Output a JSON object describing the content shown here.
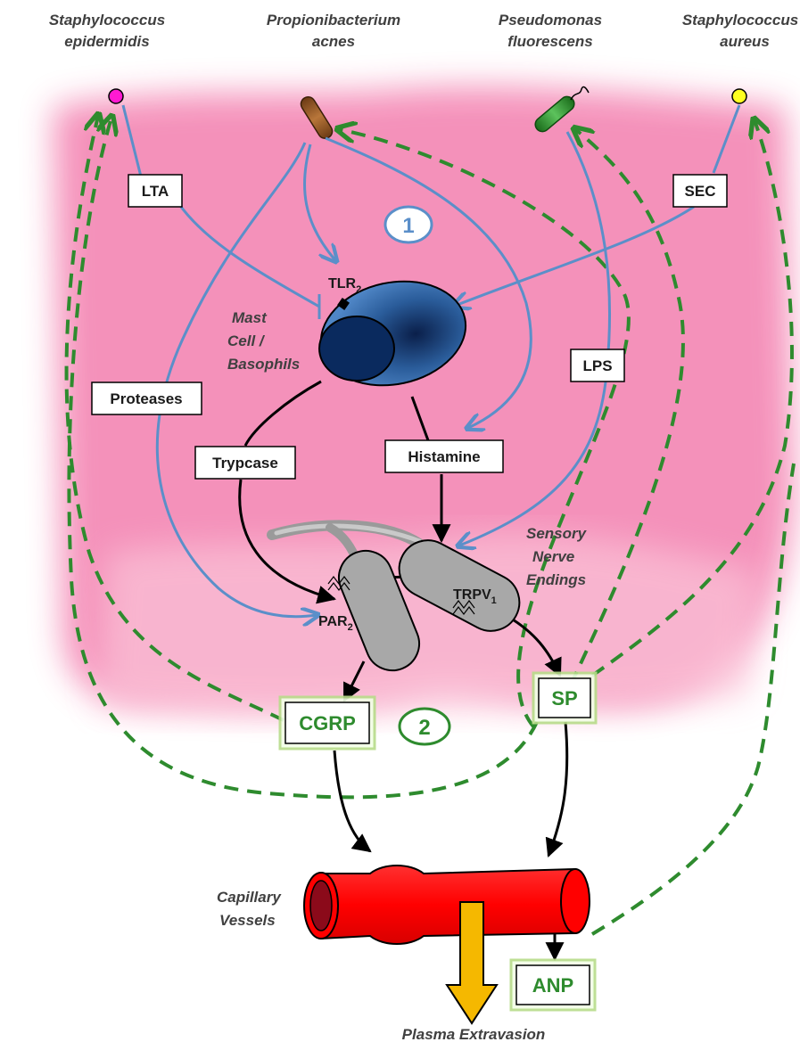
{
  "bacteria": [
    {
      "line1": "Staphylococcus",
      "line2": "epidermidis"
    },
    {
      "line1": "Propionibacterium",
      "line2": "acnes"
    },
    {
      "line1": "Pseudomonas",
      "line2": "fluorescens"
    },
    {
      "line1": "Staphylococcus",
      "line2": "aureus"
    }
  ],
  "boxes": {
    "lta": "LTA",
    "sec": "SEC",
    "lps": "LPS",
    "proteases": "Proteases",
    "trypcase": "Trypcase",
    "histamine": "Histamine"
  },
  "mediators": {
    "cgrp": "CGRP",
    "sp": "SP",
    "anp": "ANP"
  },
  "steps": {
    "one": "1",
    "two": "2"
  },
  "receptors": {
    "tlr": "TLR",
    "tlr_sub": "2",
    "par": "PAR",
    "par_sub": "2",
    "trpv": "TRPV",
    "trpv_sub": "1"
  },
  "cell_label": {
    "line1": "Mast",
    "line2": "Cell /",
    "line3": "Basophils"
  },
  "nerve_label": {
    "line1": "Sensory",
    "line2": "Nerve",
    "line3": "Endings"
  },
  "vessel_label": {
    "line1": "Capillary",
    "line2": "Vessels"
  },
  "outcome_label": "Plasma Extravasion",
  "colors": {
    "skin": "#f7a8c6",
    "blue_arrow": "#5b8fc9",
    "green_dash": "#2e8b2e",
    "vessel": "#ff1a1a",
    "plasma_arrow": "#f5b800"
  }
}
